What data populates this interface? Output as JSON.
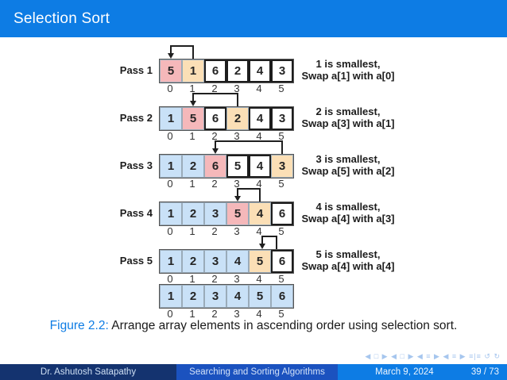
{
  "title": "Selection Sort",
  "colors": {
    "accent": "#0d7ce4",
    "sorted": "#c9e1f7",
    "min": "#f5b8ba",
    "cand": "#fbdfb6",
    "plain": "#ffffff",
    "footer_author_bg": "#14336f",
    "footer_title_bg": "#1b52bf",
    "footer_date_bg": "#0d7ce4"
  },
  "diagram": {
    "passes": [
      {
        "label": "Pass 1",
        "cells": [
          {
            "v": "5",
            "s": "min"
          },
          {
            "v": "1",
            "s": "cand"
          },
          {
            "v": "6",
            "s": "plain"
          },
          {
            "v": "2",
            "s": "plain"
          },
          {
            "v": "4",
            "s": "plain"
          },
          {
            "v": "3",
            "s": "plain"
          }
        ],
        "indices": [
          "0",
          "1",
          "2",
          "3",
          "4",
          "5"
        ],
        "arrow": {
          "src": 1,
          "dst": 0
        },
        "note": [
          "1 is smallest,",
          "Swap a[1] with a[0]"
        ]
      },
      {
        "label": "Pass 2",
        "cells": [
          {
            "v": "1",
            "s": "sorted"
          },
          {
            "v": "5",
            "s": "min"
          },
          {
            "v": "6",
            "s": "plain"
          },
          {
            "v": "2",
            "s": "cand"
          },
          {
            "v": "4",
            "s": "plain"
          },
          {
            "v": "3",
            "s": "plain"
          }
        ],
        "indices": [
          "0",
          "1",
          "2",
          "3",
          "4",
          "5"
        ],
        "arrow": {
          "src": 3,
          "dst": 1
        },
        "note": [
          "2 is smallest,",
          "Swap a[3] with a[1]"
        ]
      },
      {
        "label": "Pass 3",
        "cells": [
          {
            "v": "1",
            "s": "sorted"
          },
          {
            "v": "2",
            "s": "sorted"
          },
          {
            "v": "6",
            "s": "min"
          },
          {
            "v": "5",
            "s": "plain"
          },
          {
            "v": "4",
            "s": "plain"
          },
          {
            "v": "3",
            "s": "cand"
          }
        ],
        "indices": [
          "0",
          "1",
          "2",
          "3",
          "4",
          "5"
        ],
        "arrow": {
          "src": 5,
          "dst": 2
        },
        "note": [
          "3 is smallest,",
          "Swap a[5] with a[2]"
        ]
      },
      {
        "label": "Pass 4",
        "cells": [
          {
            "v": "1",
            "s": "sorted"
          },
          {
            "v": "2",
            "s": "sorted"
          },
          {
            "v": "3",
            "s": "sorted"
          },
          {
            "v": "5",
            "s": "min"
          },
          {
            "v": "4",
            "s": "cand"
          },
          {
            "v": "6",
            "s": "plain"
          }
        ],
        "indices": [
          "0",
          "1",
          "2",
          "3",
          "4",
          "5"
        ],
        "arrow": {
          "src": 4,
          "dst": 3
        },
        "note": [
          "4 is smallest,",
          "Swap a[4] with a[3]"
        ]
      },
      {
        "label": "Pass 5",
        "cells": [
          {
            "v": "1",
            "s": "sorted"
          },
          {
            "v": "2",
            "s": "sorted"
          },
          {
            "v": "3",
            "s": "sorted"
          },
          {
            "v": "4",
            "s": "sorted"
          },
          {
            "v": "5",
            "s": "cand"
          },
          {
            "v": "6",
            "s": "plain"
          }
        ],
        "indices": [
          "0",
          "1",
          "2",
          "3",
          "4",
          "5"
        ],
        "arrow": {
          "src": 4.75,
          "dst": 4.12
        },
        "note": [
          "5 is smallest,",
          "Swap a[4] with a[4]"
        ]
      }
    ],
    "final": {
      "cells": [
        {
          "v": "1",
          "s": "sorted"
        },
        {
          "v": "2",
          "s": "sorted"
        },
        {
          "v": "3",
          "s": "sorted"
        },
        {
          "v": "4",
          "s": "sorted"
        },
        {
          "v": "5",
          "s": "sorted"
        },
        {
          "v": "6",
          "s": "sorted"
        }
      ],
      "indices": [
        "0",
        "1",
        "2",
        "3",
        "4",
        "5"
      ]
    }
  },
  "caption": {
    "prefix": "Figure 2.2:",
    "text": "Arrange array elements in ascending order using selection sort."
  },
  "footer": {
    "author": "Dr. Ashutosh Satapathy",
    "title": "Searching and Sorting Algorithms",
    "date": "March 9, 2024",
    "page": "39 / 73",
    "nav": "◀ □ ▶  ◀ □ ▶  ◀ ≡ ▶  ◀ ≡ ▶  ≡|≡  ↺ ↻"
  }
}
